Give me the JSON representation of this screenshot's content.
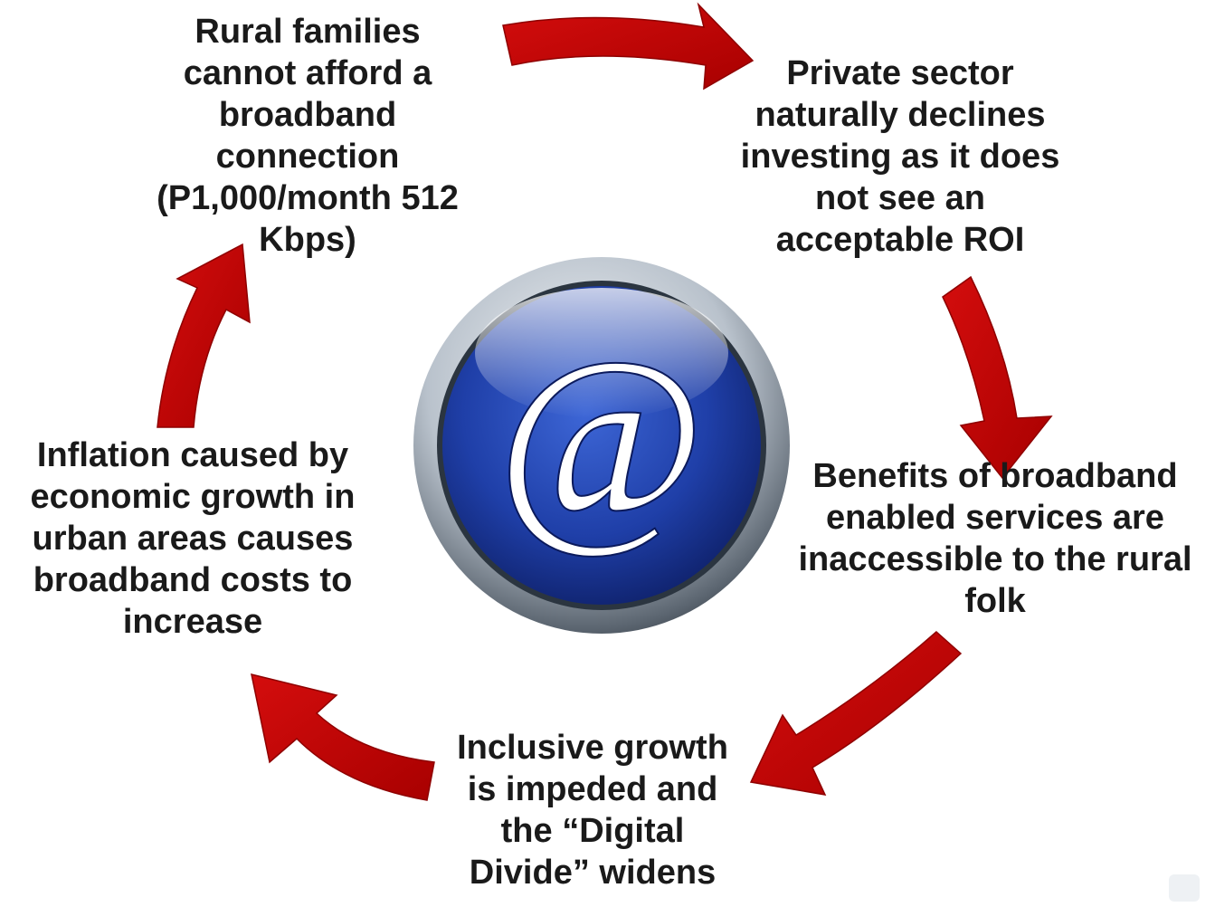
{
  "cycle": {
    "steps": [
      "Rural families\ncannot afford a\nbroadband\nconnection\n(P1,000/month 512\nKbps)",
      "Private sector\nnaturally declines\ninvesting as it does\nnot see an\nacceptable ROI",
      "Benefits of broadband\nenabled services are\ninaccessible to the rural\nfolk",
      "Inclusive growth\nis impeded and\nthe “Digital\nDivide” widens",
      "Inflation caused by\neconomic growth in\nurban areas causes\nbroadband costs to\nincrease"
    ],
    "center_symbol": "@",
    "center_icon": "at-sign-icon",
    "arrow_icon": "curved-arrow-icon"
  },
  "colors": {
    "arrow": "#c00000",
    "arrow_dark": "#8e0000",
    "text": "#1a1a1a",
    "icon_blue": "#1f3fa8",
    "icon_rim": "#b9c2cc"
  }
}
